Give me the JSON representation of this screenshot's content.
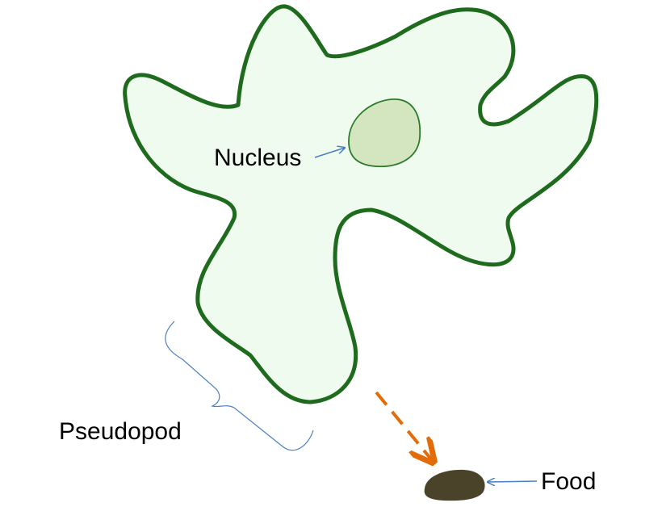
{
  "labels": {
    "nucleus": "Nucleus",
    "pseudopod": "Pseudopod",
    "food": "Food"
  },
  "colors": {
    "cell_fill": "#eefbee",
    "cell_outline": "#1e6b1e",
    "nucleus_fill": "#d3e6bf",
    "nucleus_outline": "#2a7a2a",
    "pointer": "#4a7fc1",
    "movement_arrow": "#e36c09",
    "food": "#4a4229"
  }
}
